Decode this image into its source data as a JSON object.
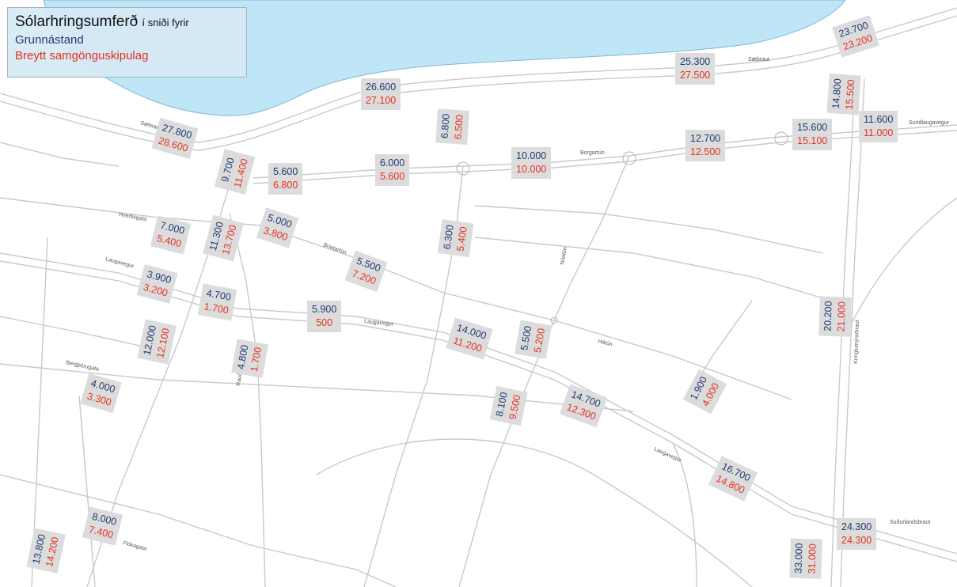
{
  "legend": {
    "title": "Sólarhringsumferð",
    "title_suffix": "í sniði fyrir",
    "base_label": "Grunnástand",
    "plan_label": "Breytt samgönguskipulag"
  },
  "colors": {
    "base": "#1f3b73",
    "plan": "#e8311f",
    "sea": "#bfe6f7",
    "label_bg": "#dcdcdc",
    "road": "#c8c8c8"
  },
  "streets": [
    {
      "name": "Sæbraut"
    },
    {
      "name": "Sæbraut"
    },
    {
      "name": "Borgartún"
    },
    {
      "name": "Sundlaugavegur"
    },
    {
      "name": "Hverfisgata"
    },
    {
      "name": "Laugavegur"
    },
    {
      "name": "Bríetartún"
    },
    {
      "name": "Nóatún"
    },
    {
      "name": "Laugavegur"
    },
    {
      "name": "Hátún"
    },
    {
      "name": "Bergþórugata"
    },
    {
      "name": "Rauð."
    },
    {
      "name": "Laugavegur"
    },
    {
      "name": "Kringlumýrarbraut"
    },
    {
      "name": "Suðurlandsbraut"
    },
    {
      "name": "Flókagata"
    }
  ],
  "counts": [
    {
      "base": "27.800",
      "plan": "28.600"
    },
    {
      "base": "26.600",
      "plan": "27.100"
    },
    {
      "base": "25.300",
      "plan": "27.500"
    },
    {
      "base": "23.700",
      "plan": "23.200"
    },
    {
      "base": "14.800",
      "plan": "15.500"
    },
    {
      "base": "6.800",
      "plan": "6.500"
    },
    {
      "base": "11.600",
      "plan": "11.000"
    },
    {
      "base": "15.600",
      "plan": "15.100"
    },
    {
      "base": "12.700",
      "plan": "12.500"
    },
    {
      "base": "10.000",
      "plan": "10.000"
    },
    {
      "base": "6.000",
      "plan": "5.600"
    },
    {
      "base": "5.600",
      "plan": "6.800"
    },
    {
      "base": "9.700",
      "plan": "11.400"
    },
    {
      "base": "5.000",
      "plan": "3.800"
    },
    {
      "base": "11.300",
      "plan": "13.700"
    },
    {
      "base": "7.000",
      "plan": "5.400"
    },
    {
      "base": "6.300",
      "plan": "5.400"
    },
    {
      "base": "5.500",
      "plan": "7.200"
    },
    {
      "base": "3.900",
      "plan": "3.200"
    },
    {
      "base": "4.700",
      "plan": "1.700"
    },
    {
      "base": "5.900",
      "plan": "500"
    },
    {
      "base": "14.000",
      "plan": "11.200"
    },
    {
      "base": "5.500",
      "plan": "5.200"
    },
    {
      "base": "12.000",
      "plan": "12.100"
    },
    {
      "base": "4.800",
      "plan": "1.700"
    },
    {
      "base": "20.200",
      "plan": "21.000"
    },
    {
      "base": "4.000",
      "plan": "3.300"
    },
    {
      "base": "8.100",
      "plan": "9.500"
    },
    {
      "base": "14.700",
      "plan": "12.300"
    },
    {
      "base": "1.900",
      "plan": "4.000"
    },
    {
      "base": "16.700",
      "plan": "14.800"
    },
    {
      "base": "8.000",
      "plan": "7.400"
    },
    {
      "base": "13.800",
      "plan": "14.200"
    },
    {
      "base": "24.300",
      "plan": "24.300"
    },
    {
      "base": "33.000",
      "plan": "31.000"
    }
  ]
}
